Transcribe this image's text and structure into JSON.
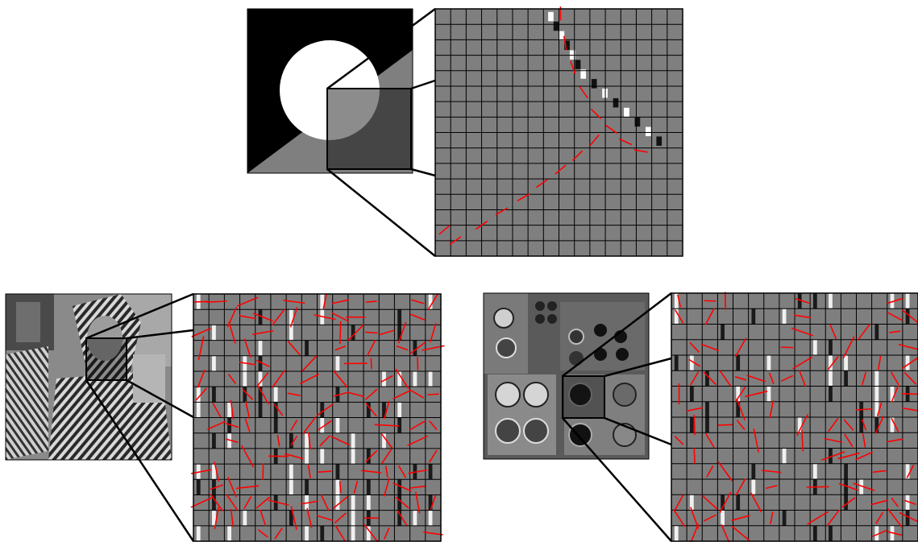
{
  "figure": {
    "panels": [
      {
        "id": "synthetic",
        "source_image": "synthetic-circle-diagonal",
        "zoom_grid": {
          "rows": 16,
          "cols": 16
        },
        "colors": {
          "background": "#7f7f7f",
          "grid": "#000000",
          "lines": "#ff0000"
        }
      },
      {
        "id": "barbara",
        "source_image": "barbara-photo",
        "zoom_grid": {
          "rows": 16,
          "cols": 16
        },
        "colors": {
          "background": "#7f7f7f",
          "grid": "#000000",
          "lines": "#ff0000"
        }
      },
      {
        "id": "aerial",
        "source_image": "aerial-tanks-photo",
        "zoom_grid": {
          "rows": 16,
          "cols": 16
        },
        "colors": {
          "background": "#7f7f7f",
          "grid": "#000000",
          "lines": "#ff0000"
        }
      }
    ]
  }
}
